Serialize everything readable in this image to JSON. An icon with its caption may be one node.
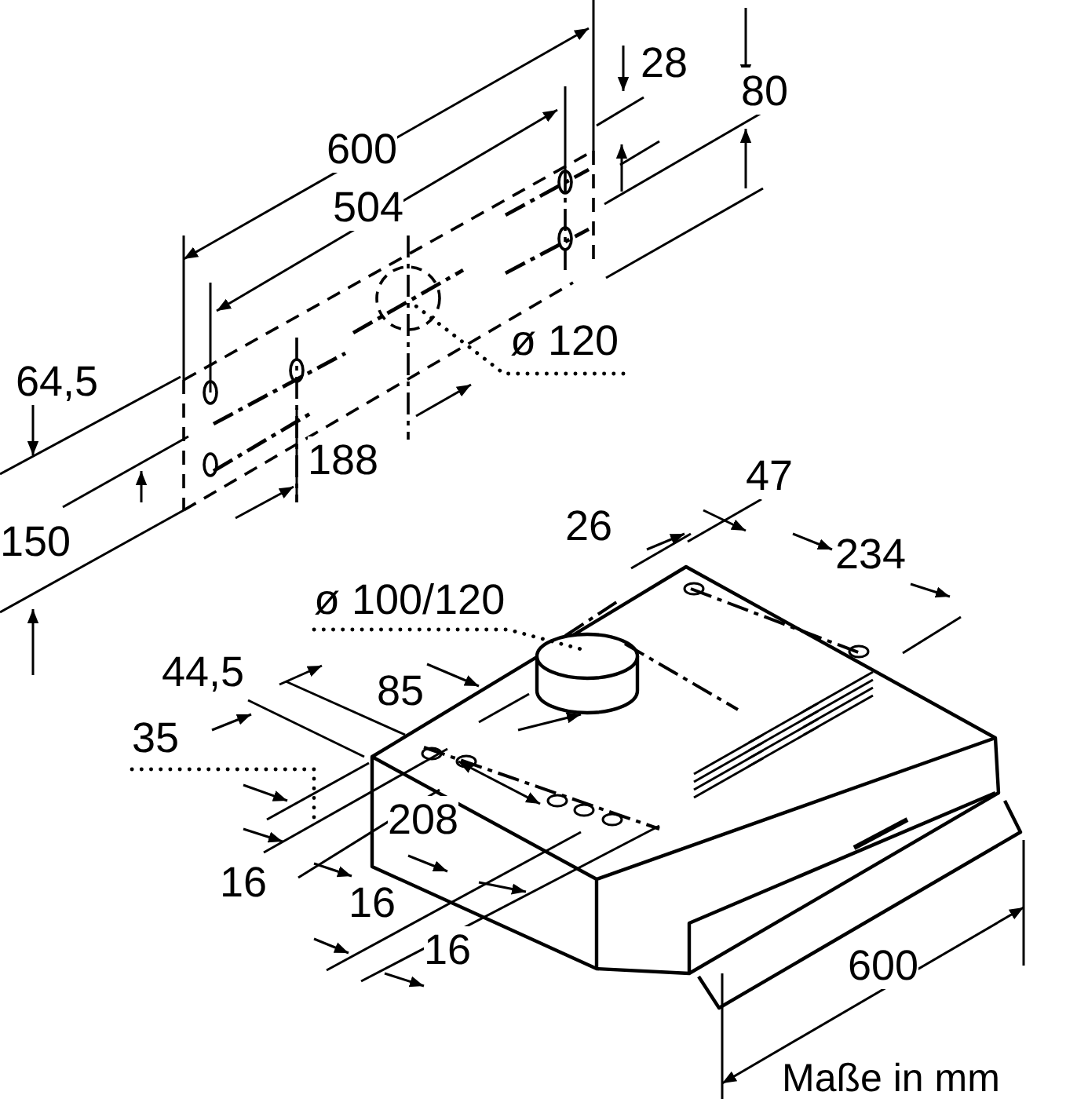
{
  "diagram": {
    "nodes": [
      {
        "text": [
          "ø 120"
        ]
      },
      {
        "text": [
          "ø 100/120"
        ]
      },
      {
        "text": [
          "35"
        ]
      }
    ],
    "edges": [
      {
        "from": 0,
        "to": null,
        "arrow": "none",
        "style": "dashed"
      },
      {
        "from": 1,
        "to": null,
        "arrow": "none",
        "style": "dashed"
      },
      {
        "from": 2,
        "to": null,
        "arrow": "none",
        "style": "dashed"
      }
    ],
    "labels": [
      "28",
      "80",
      "600",
      "504",
      "64,5",
      "188",
      "150",
      "47",
      "26",
      "234",
      "44,5",
      "85",
      "208",
      "16",
      "16",
      "16",
      "600",
      "Maße in mm"
    ]
  }
}
